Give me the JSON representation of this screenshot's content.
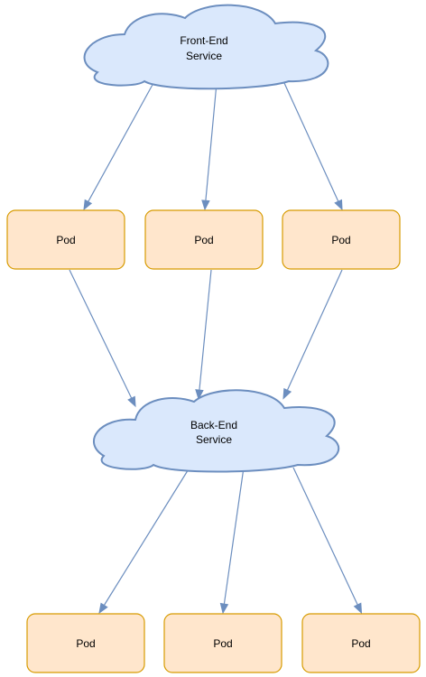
{
  "diagram": {
    "services": {
      "frontend": {
        "line1": "Front-End",
        "line2": "Service"
      },
      "backend": {
        "line1": "Back-End",
        "line2": "Service"
      }
    },
    "pods": {
      "upper": [
        {
          "label": "Pod"
        },
        {
          "label": "Pod"
        },
        {
          "label": "Pod"
        }
      ],
      "lower": [
        {
          "label": "Pod"
        },
        {
          "label": "Pod"
        },
        {
          "label": "Pod"
        }
      ]
    },
    "edges": [
      {
        "from": "frontend-service",
        "to": "upper-pod-1"
      },
      {
        "from": "frontend-service",
        "to": "upper-pod-2"
      },
      {
        "from": "frontend-service",
        "to": "upper-pod-3"
      },
      {
        "from": "upper-pod-1",
        "to": "backend-service"
      },
      {
        "from": "upper-pod-2",
        "to": "backend-service"
      },
      {
        "from": "upper-pod-3",
        "to": "backend-service"
      },
      {
        "from": "backend-service",
        "to": "lower-pod-1"
      },
      {
        "from": "backend-service",
        "to": "lower-pod-2"
      },
      {
        "from": "backend-service",
        "to": "lower-pod-3"
      }
    ],
    "colors": {
      "cloud_fill": "#dae8fc",
      "cloud_stroke": "#6c8ebf",
      "pod_fill": "#ffe6cc",
      "pod_stroke": "#d79b00",
      "edge": "#6c8ebf"
    }
  }
}
